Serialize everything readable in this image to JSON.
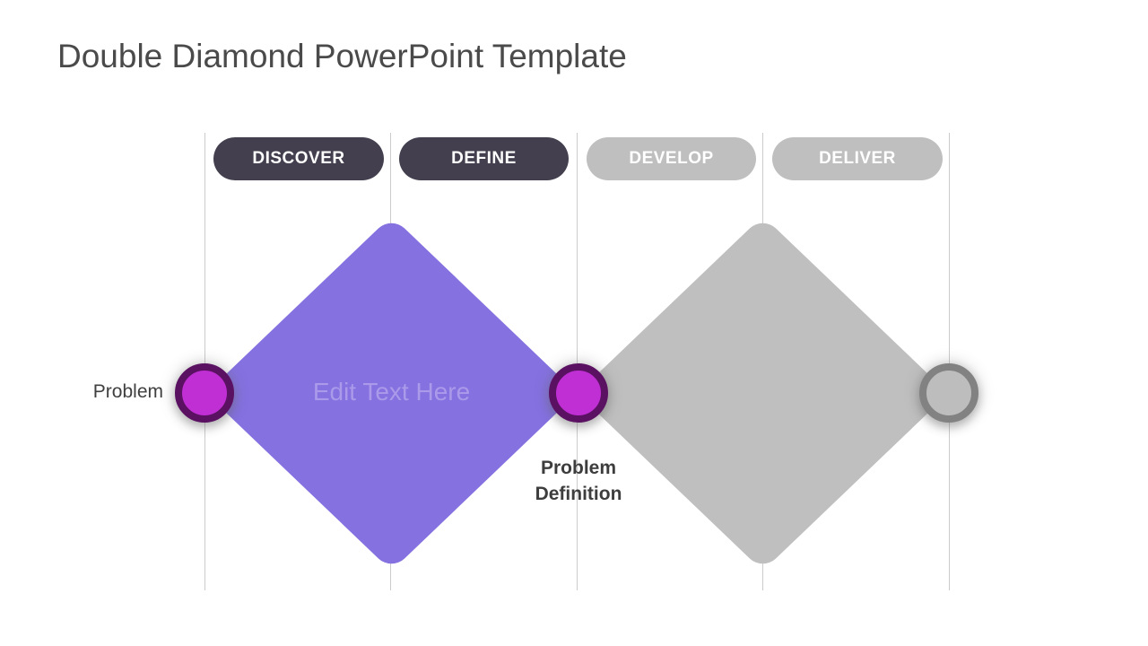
{
  "slide": {
    "title": "Double Diamond PowerPoint Template"
  },
  "stage_pills": [
    {
      "label": "DISCOVER",
      "state": "active"
    },
    {
      "label": "DEFINE",
      "state": "active"
    },
    {
      "label": "DEVELOP",
      "state": "inactive"
    },
    {
      "label": "DELIVER",
      "state": "inactive"
    }
  ],
  "diamonds": [
    {
      "name": "discover-define-diamond",
      "placeholder": "Edit Text Here",
      "color": "#8571e0"
    },
    {
      "name": "develop-deliver-diamond",
      "placeholder": "",
      "color": "#bfbfbf"
    }
  ],
  "milestones": [
    {
      "label": "Problem",
      "fill": "#c02fd4",
      "border": "#5a1162"
    },
    {
      "label": "Problem\nDefinition",
      "fill": "#c02fd4",
      "border": "#5a1162"
    },
    {
      "label": "",
      "fill": "#bdbdbd",
      "border": "#828282"
    }
  ],
  "colors": {
    "title_text": "#4a4a4a",
    "active_pill": "#433f4e",
    "inactive_pill": "#bfbfbf",
    "pill_text": "#ffffff",
    "guide_line": "#cbcbcb",
    "active_diamond": "#8571e0",
    "inactive_diamond": "#bfbfbf",
    "placeholder_text": "#aa9ae9",
    "label_text": "#3d3d3d"
  }
}
